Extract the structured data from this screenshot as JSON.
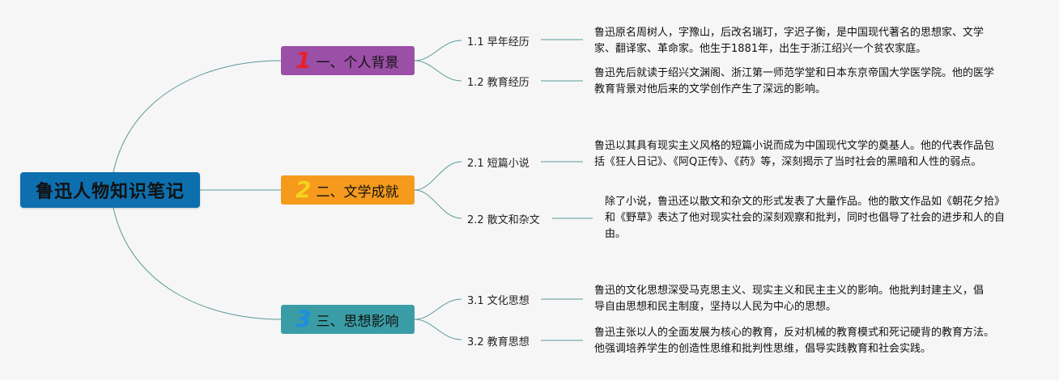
{
  "root": {
    "title": "鲁迅人物知识笔记"
  },
  "branches": [
    {
      "num": "1",
      "label": "一、个人背景",
      "color": "#9b4fa6",
      "children": [
        {
          "label": "1.1 早年经历",
          "text": "鲁迅原名周树人，字豫山，后改名瑞玎，字迟子衡，是中国现代著名的思想家、文学家、翻译家、革命家。他生于1881年，出生于浙江绍兴一个贫农家庭。"
        },
        {
          "label": "1.2 教育经历",
          "text": "鲁迅先后就读于绍兴文渊阁、浙江第一师范学堂和日本东京帝国大学医学院。他的医学教育背景对他后来的文学创作产生了深远的影响。"
        }
      ]
    },
    {
      "num": "2",
      "label": "二、文学成就",
      "color": "#f59a1c",
      "children": [
        {
          "label": "2.1 短篇小说",
          "text": "鲁迅以其具有现实主义风格的短篇小说而成为中国现代文学的奠基人。他的代表作品包括《狂人日记》、《阿Q正传》、《药》等，深刻揭示了当时社会的黑暗和人性的弱点。"
        },
        {
          "label": "2.2 散文和杂文",
          "text": "除了小说，鲁迅还以散文和杂文的形式发表了大量作品。他的散文作品如《朝花夕拾》和《野草》表达了他对现实社会的深刻观察和批判，同时也倡导了社会的进步和人的自由。"
        }
      ]
    },
    {
      "num": "3",
      "label": "三、思想影响",
      "color": "#3a9da6",
      "children": [
        {
          "label": "3.1 文化思想",
          "text": "鲁迅的文化思想深受马克思主义、现实主义和民主主义的影响。他批判封建主义，倡导自由思想和民主制度，坚持以人民为中心的思想。"
        },
        {
          "label": "3.2 教育思想",
          "text": "鲁迅主张以人的全面发展为核心的教育，反对机械的教育模式和死记硬背的教育方法。他强调培养学生的创造性思维和批判性思维，倡导实践教育和社会实践。"
        }
      ]
    }
  ],
  "colors": {
    "root": "#0e6fae",
    "connector": "#5a9a98"
  }
}
